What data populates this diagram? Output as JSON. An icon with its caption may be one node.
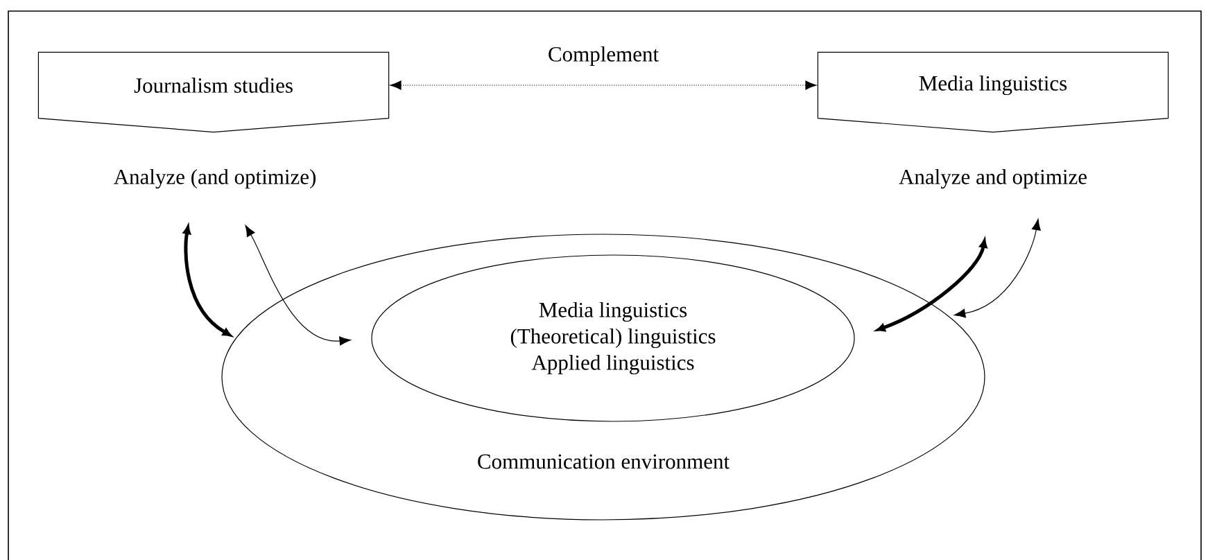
{
  "diagram": {
    "nodes": [
      {
        "text": [
          "Journalism studies"
        ]
      },
      {
        "text": [
          "Media linguistics"
        ]
      },
      {
        "text": [
          "Analyze (and optimize)"
        ]
      },
      {
        "text": [
          "Analyze and optimize"
        ]
      },
      {
        "text": [
          "Communication environment"
        ]
      },
      {
        "text": [
          "Media linguistics",
          "(Theoretical) linguistics",
          "Applied linguistics"
        ],
        "in": 4
      }
    ],
    "edges": [
      {
        "from": 0,
        "to": 1,
        "arrow": "both",
        "label": "Complement",
        "style": "dashed"
      },
      {
        "from": 2,
        "to": 4,
        "arrow": "both",
        "style": "thick"
      },
      {
        "from": 2,
        "to": 5,
        "arrow": "both"
      },
      {
        "from": 3,
        "to": 5,
        "arrow": "both",
        "style": "thick"
      },
      {
        "from": 3,
        "to": 4,
        "arrow": "both"
      }
    ]
  }
}
